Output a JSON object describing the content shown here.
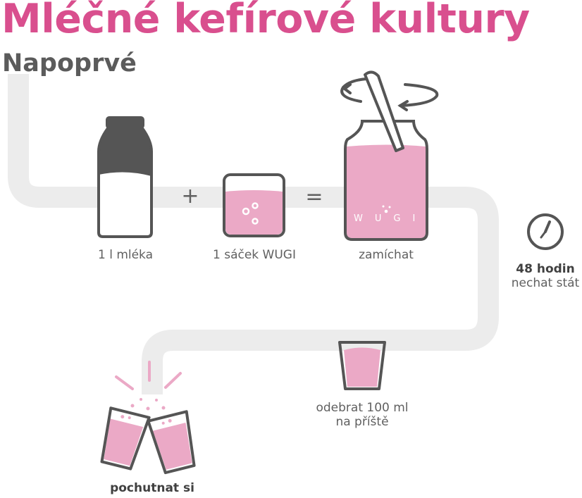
{
  "header": {
    "title": "Mléčné kefírové kultury",
    "subtitle": "Napoprvé"
  },
  "steps": {
    "milk": "1 l mléka",
    "packet": "1 sáček WUGI",
    "stir": "zamíchat",
    "wait_bold": "48 hodin",
    "wait_text": "nechat stát",
    "remove_line1": "odebrat 100 ml",
    "remove_line2": "na příště",
    "enjoy": "pochutnat si"
  },
  "symbols": {
    "plus": "+",
    "equals": "="
  },
  "jar_brand": "WUGI",
  "colors": {
    "accent": "#d94f8e",
    "liquid": "#eba9c6",
    "dark": "#555555",
    "path": "#ececec"
  }
}
